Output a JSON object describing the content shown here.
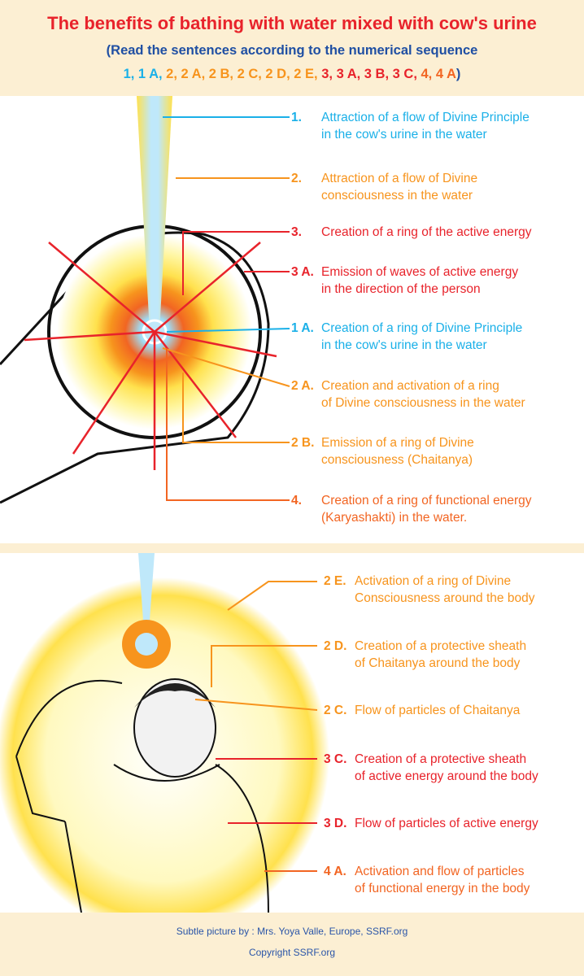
{
  "title": "The benefits of bathing with water mixed with cow's urine",
  "subtitle": "(Read the sentences according to the numerical sequence",
  "sequence": [
    {
      "text": "1, 1 A, ",
      "color": "#1ab0e8"
    },
    {
      "text": "2, 2 A, 2 B, 2 C, 2 D, 2 E, ",
      "color": "#f7941d"
    },
    {
      "text": "3, 3 A, 3 B, 3 C, ",
      "color": "#e8232b"
    },
    {
      "text": "4, 4 A",
      "color": "#f26522"
    },
    {
      "text": ")",
      "color": "#1f4fa3"
    }
  ],
  "panel1_labels": [
    {
      "num": "1.",
      "line1": "Attraction of a flow of Divine Principle",
      "line2": "in the cow's urine in the water",
      "color": "blue"
    },
    {
      "num": "2.",
      "line1": "Attraction of a flow of Divine",
      "line2": "consciousness in the water",
      "color": "orange"
    },
    {
      "num": "3.",
      "line1": "Creation of a ring of the active energy",
      "line2": "",
      "color": "red"
    },
    {
      "num": "3 A.",
      "line1": "Emission of waves of active energy",
      "line2": "in the direction of the person",
      "color": "red"
    },
    {
      "num": "1 A.",
      "line1": "Creation of a ring of Divine Principle",
      "line2": "in the cow's urine in the water",
      "color": "blue"
    },
    {
      "num": "2 A.",
      "line1": "Creation and activation of a ring",
      "line2": "of Divine consciousness in the water",
      "color": "orange"
    },
    {
      "num": "2 B.",
      "line1": "Emission of a ring of Divine",
      "line2": "consciousness (Chaitanya)",
      "color": "orange"
    },
    {
      "num": "4.",
      "line1": "Creation of a ring of functional energy",
      "line2": "(Karyashakti) in the water.",
      "color": "dorange"
    }
  ],
  "panel2_labels": [
    {
      "num": "2 E.",
      "line1": "Activation of a ring of Divine",
      "line2": "Consciousness around the body",
      "color": "orange"
    },
    {
      "num": "2 D.",
      "line1": "Creation of a protective sheath",
      "line2": "of Chaitanya around the body",
      "color": "orange"
    },
    {
      "num": "2 C.",
      "line1": "Flow of particles of Chaitanya",
      "line2": "",
      "color": "orange"
    },
    {
      "num": "3 C.",
      "line1": "Creation of a protective sheath",
      "line2": "of active energy around the body",
      "color": "red"
    },
    {
      "num": "3 D.",
      "line1": "Flow of particles of active energy",
      "line2": "",
      "color": "red"
    },
    {
      "num": "4 A.",
      "line1": "Activation and flow of particles",
      "line2": "of functional energy in the body",
      "color": "dorange"
    }
  ],
  "footer": {
    "credit": "Subtle picture by : Mrs. Yoya Valle, Europe, SSRF.org",
    "copyright": "Copyright SSRF.org"
  }
}
